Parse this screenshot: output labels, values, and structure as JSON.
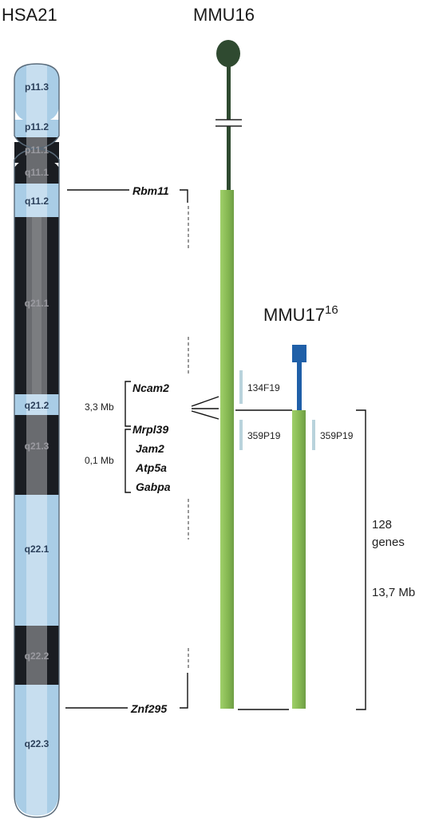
{
  "titles": {
    "hsa21": "HSA21",
    "mmu16": "MMU16",
    "mmu17_base": "MMU17",
    "mmu17_sup": "16"
  },
  "bands": [
    {
      "label": "p11.3",
      "shade": "light"
    },
    {
      "label": "p11.2",
      "shade": "light"
    },
    {
      "label": "p11.1",
      "shade": "dark"
    },
    {
      "label": "q11.1",
      "shade": "dark"
    },
    {
      "label": "q11.2",
      "shade": "light"
    },
    {
      "label": "q21.1",
      "shade": "dark"
    },
    {
      "label": "q21.2",
      "shade": "light"
    },
    {
      "label": "q21.3",
      "shade": "dark"
    },
    {
      "label": "q22.1",
      "shade": "light"
    },
    {
      "label": "q22.2",
      "shade": "dark"
    },
    {
      "label": "q22.3",
      "shade": "light"
    }
  ],
  "genes": {
    "rbm11": "Rbm11",
    "ncam2": "Ncam2",
    "mrpl39": "Mrpl39",
    "jam2": "Jam2",
    "atp5a": "Atp5a",
    "gabpa": "Gabpa",
    "znf295": "Znf295"
  },
  "distances": {
    "ncam2_mrpl39": "3,3 Mb",
    "mrpl39_gabpa": "0,1 Mb"
  },
  "clones": {
    "mmu16_upper": "134F19",
    "mmu16_lower": "359P19",
    "mmu17": "359P19"
  },
  "summary": {
    "count": "128",
    "unit": "genes",
    "size": "13,7 Mb"
  },
  "colors": {
    "band_light": "#a9cde6",
    "band_dark": "#1a1d22",
    "mmu16_stalk": "#2f4a30",
    "mmu16_body": "#8ec05a",
    "mmu17_stalk": "#1f5fa8",
    "mmu17_body": "#8ec05a",
    "clone_marker": "#b9d3dc"
  }
}
